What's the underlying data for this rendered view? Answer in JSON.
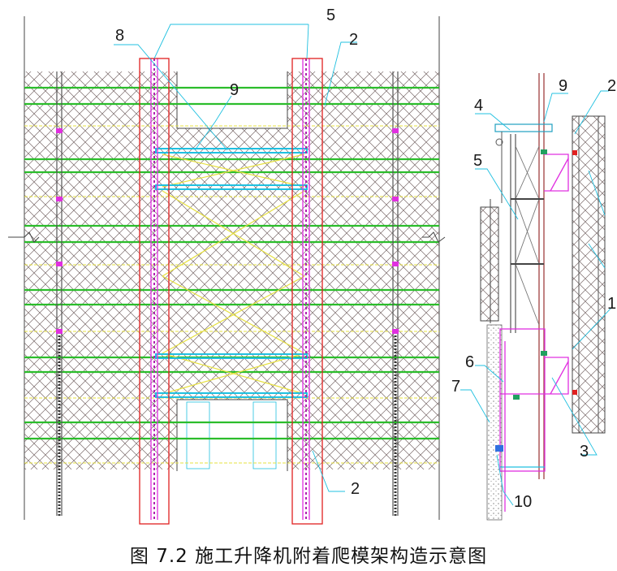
{
  "caption": "图 7.2   施工升降机附着爬模架构造示意图",
  "labels": {
    "l8": "8",
    "l5a": "5",
    "l2a": "2",
    "l9a": "9",
    "l2b": "2",
    "l4": "4",
    "l9b": "9",
    "l2c": "2",
    "l5b": "5",
    "l1": "1",
    "l6": "6",
    "l7": "7",
    "l3": "3",
    "l10": "10"
  },
  "colors": {
    "hatch": "#7a6a6a",
    "green": "#2bbd2b",
    "yellow": "#e6e040",
    "magenta": "#e030e0",
    "red": "#e02020",
    "cyan": "#20c0e0",
    "dark": "#555555"
  }
}
